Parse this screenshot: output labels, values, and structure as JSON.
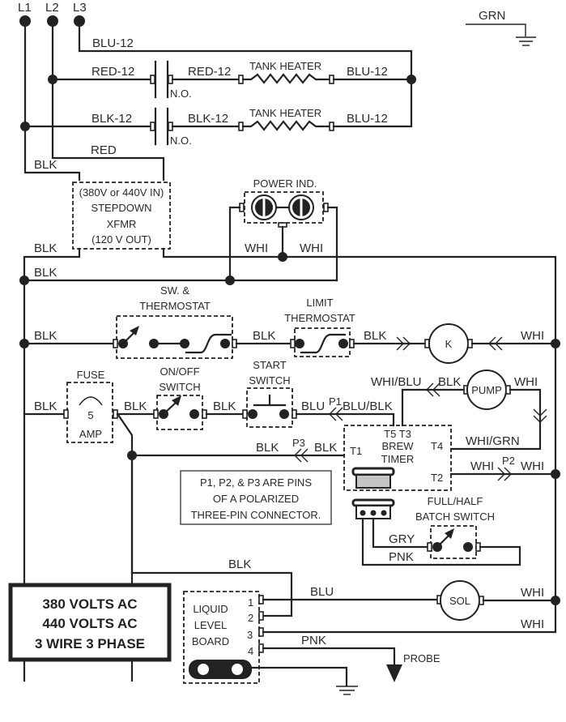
{
  "lines": {
    "l1": "L1",
    "l2": "L2",
    "l3": "L3"
  },
  "ground": {
    "top_label": "GRN"
  },
  "heater_circuit": {
    "l3_wire": "BLU-12",
    "row1": {
      "in_wire": "RED-12",
      "contactor_label": "N.O.",
      "mid_wire": "RED-12",
      "heater": "TANK HEATER",
      "out_wire": "BLU-12"
    },
    "row2": {
      "in_wire": "BLK-12",
      "contactor_label": "N.O.",
      "mid_wire": "BLK-12",
      "heater": "TANK HEATER",
      "out_wire": "BLU-12"
    }
  },
  "transformer": {
    "in_red": "RED",
    "in_blk": "BLK",
    "lines": [
      "(380V or 440V IN)",
      "STEPDOWN",
      "XFMR",
      "(120 V OUT)"
    ],
    "out_blk": "BLK",
    "out_blk2": "BLK"
  },
  "power_indicator": {
    "label": "POWER IND.",
    "whi_left": "WHI",
    "whi_right": "WHI"
  },
  "thermostat_row": {
    "in_wire": "BLK",
    "sw_thermostat_label": [
      "SW. &",
      "THERMOSTAT"
    ],
    "mid_wire": "BLK",
    "limit_label": [
      "LIMIT",
      "THERMOSTAT"
    ],
    "out_wire": "BLK",
    "relay": "K",
    "return_wire": "WHI"
  },
  "fuse_row": {
    "in_wire": "BLK",
    "fuse_label": "FUSE",
    "fuse_rating": [
      "5",
      "AMP"
    ],
    "wire_a": "BLK",
    "onoff_label": [
      "ON/OFF",
      "SWITCH"
    ],
    "wire_b": "BLK",
    "start_label": [
      "START",
      "SWITCH"
    ],
    "wire_c": "BLU",
    "pin_p1": "P1",
    "wire_d": "BLU/BLK"
  },
  "pump": {
    "label": "PUMP",
    "in_wire": "BLK",
    "timer_wire": "WHI/BLU",
    "out_wire": "WHI"
  },
  "brew_timer": {
    "terminals_top": "T5 T3",
    "name": [
      "BREW",
      "TIMER"
    ],
    "t1": "T1",
    "t4": "T4",
    "t2": "T2",
    "t4_wire": "WHI/GRN",
    "t2_wire_a": "WHI",
    "pin_p2": "P2",
    "t2_wire_b": "WHI",
    "t1_wire_a": "BLK",
    "pin_p3": "P3",
    "t1_wire_b": "BLK"
  },
  "note": [
    "P1, P2, & P3 ARE PINS",
    "OF A POLARIZED",
    "THREE-PIN CONNECTOR."
  ],
  "batch_switch": {
    "label": [
      "FULL/HALF",
      "BATCH SWITCH"
    ],
    "gry_wire": "GRY",
    "pnk_wire": "PNK"
  },
  "voltage_box": [
    "380 VOLTS AC",
    "440 VOLTS AC",
    "3 WIRE 3 PHASE"
  ],
  "liquid_level": {
    "label": [
      "LIQUID",
      "LEVEL",
      "BOARD"
    ],
    "pins": [
      "1",
      "2",
      "3",
      "4"
    ],
    "feed_wire": "BLK",
    "pin1_wire": "BLU",
    "solenoid": "SOL",
    "sol_return": "WHI",
    "pin3_wire": "WHI",
    "pin4_wire": "PNK",
    "probe": "PROBE"
  }
}
